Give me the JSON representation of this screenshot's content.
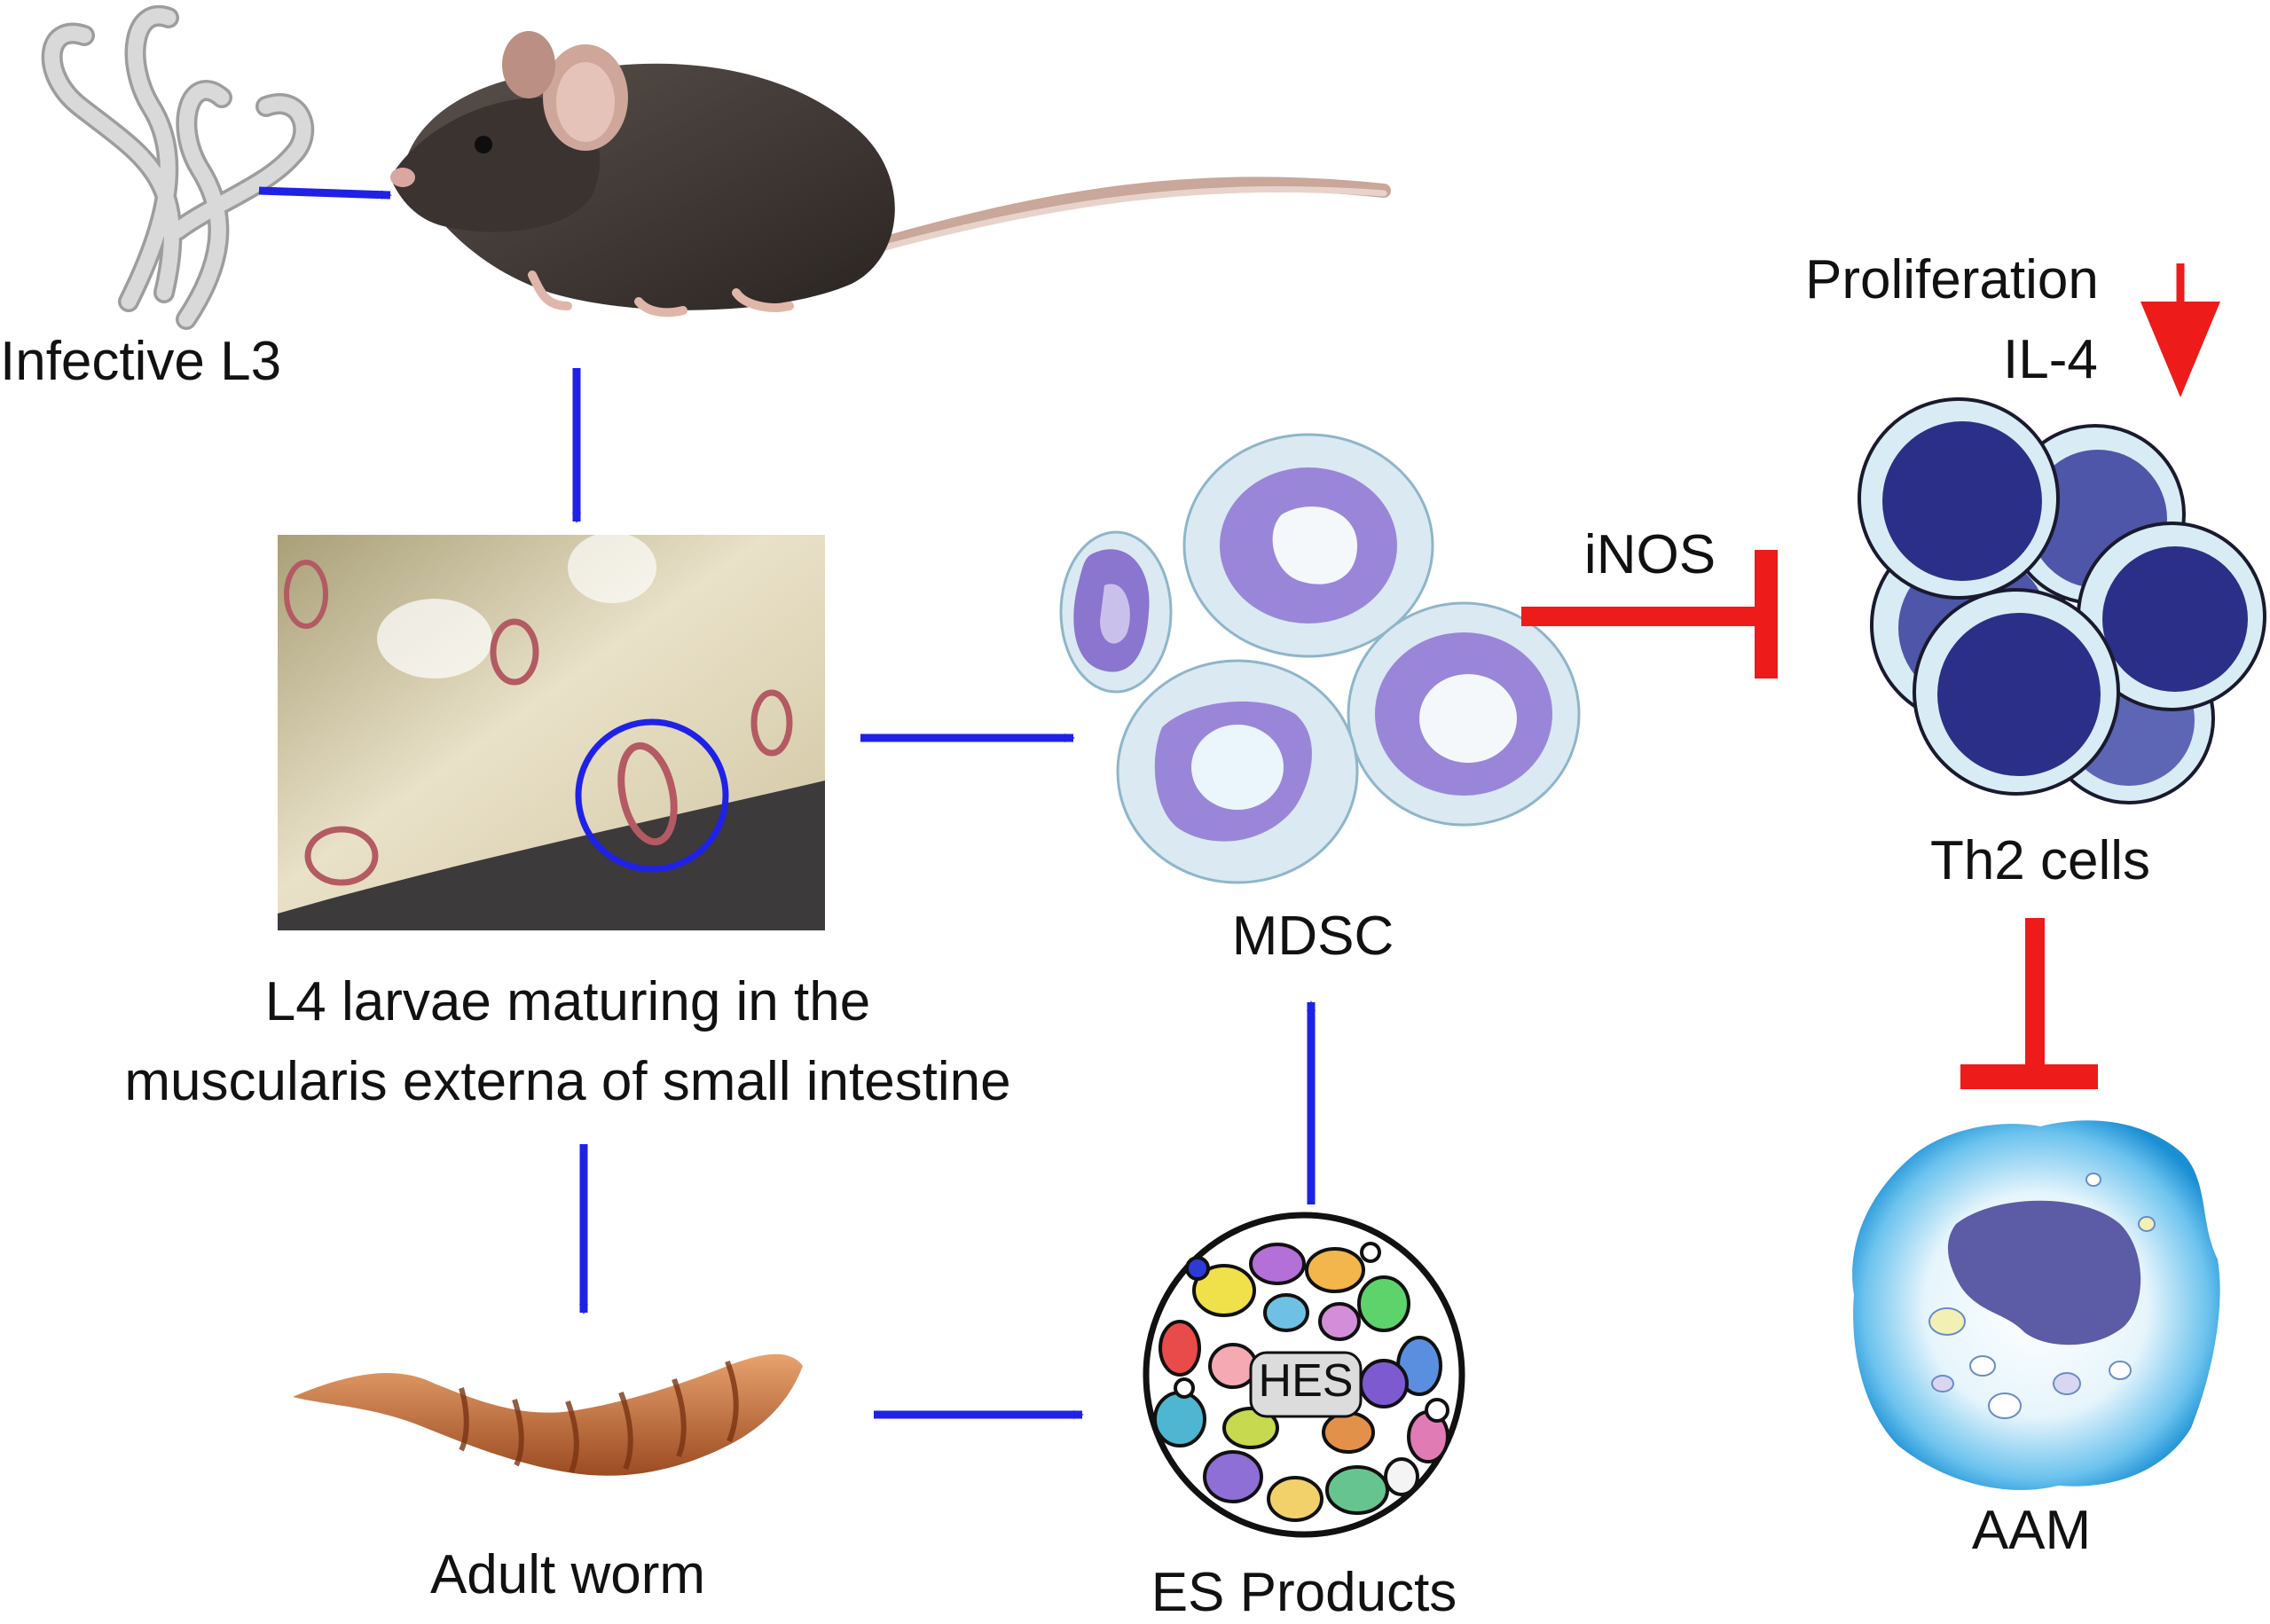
{
  "labels": {
    "infective_l3": "Infective L3",
    "l4_line1": "L4 larvae maturing in the",
    "l4_line2": "muscularis externa of small intestine",
    "adult_worm": "Adult worm",
    "es_products": "ES Products",
    "hes": "HES",
    "mdsc": "MDSC",
    "inos": "iNOS",
    "proliferation": "Proliferation",
    "il4": "IL-4",
    "th2_cells": "Th2 cells",
    "aam": "AAM"
  },
  "colors": {
    "activation_arrow": "#1f22e6",
    "inhibition": "#ee1b1b",
    "mdsc_nucleus": "#9a86d8",
    "mdsc_cytoplasm": "#dbe9f3",
    "th2_nucleus": "#2b2f88",
    "th2_membrane": "#d8ecf6",
    "aam_body": "#2fa3de",
    "aam_nucleus": "#5b5ba6",
    "tissue": "#c9bd9a"
  }
}
